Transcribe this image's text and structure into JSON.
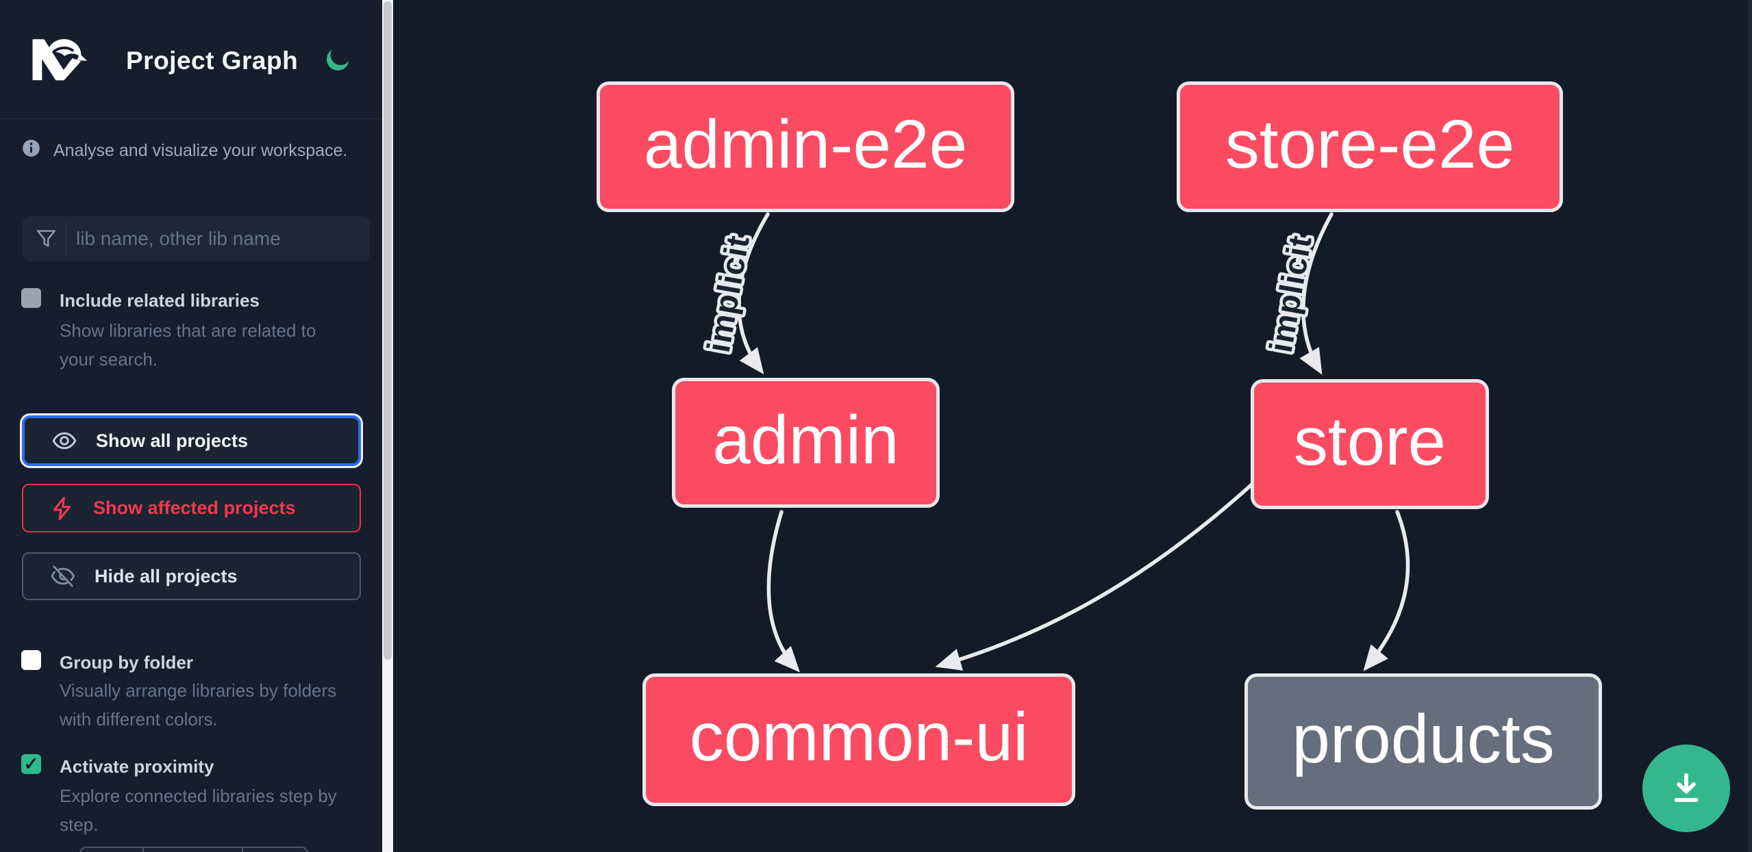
{
  "app": {
    "title": "Project Graph"
  },
  "sidebar": {
    "info_text": "Analyse and visualize your workspace.",
    "search": {
      "placeholder": "lib name, other lib name"
    },
    "include_related": {
      "label": "Include related libraries",
      "description": "Show libraries that are related to your search.",
      "checked": false
    },
    "actions": {
      "show_all": "Show all projects",
      "show_affected": "Show affected projects",
      "hide_all": "Hide all projects"
    },
    "group_by_folder": {
      "label": "Group by folder",
      "description": "Visually arrange libraries by folders with different colors.",
      "checked": false
    },
    "activate_proximity": {
      "label": "Activate proximity",
      "description": "Explore connected libraries step by step.",
      "checked": true,
      "checkmark": "✓"
    }
  },
  "graph": {
    "nodes": [
      {
        "id": "admin-e2e",
        "label": "admin-e2e",
        "state": "affected"
      },
      {
        "id": "store-e2e",
        "label": "store-e2e",
        "state": "affected"
      },
      {
        "id": "admin",
        "label": "admin",
        "state": "affected"
      },
      {
        "id": "store",
        "label": "store",
        "state": "affected"
      },
      {
        "id": "common-ui",
        "label": "common-ui",
        "state": "affected"
      },
      {
        "id": "products",
        "label": "products",
        "state": "normal"
      }
    ],
    "edges": [
      {
        "from": "admin-e2e",
        "to": "admin",
        "label": "implicit"
      },
      {
        "from": "store-e2e",
        "to": "store",
        "label": "implicit"
      },
      {
        "from": "admin",
        "to": "common-ui",
        "label": ""
      },
      {
        "from": "store",
        "to": "common-ui",
        "label": ""
      },
      {
        "from": "store",
        "to": "products",
        "label": ""
      }
    ]
  },
  "colors": {
    "affected_node": "#fa4b62",
    "normal_node": "#656e7d",
    "accent_green": "#34b78c",
    "focus_blue": "#2e6bf0",
    "warn_red": "#f12f44",
    "edge": "#e8eaee"
  }
}
